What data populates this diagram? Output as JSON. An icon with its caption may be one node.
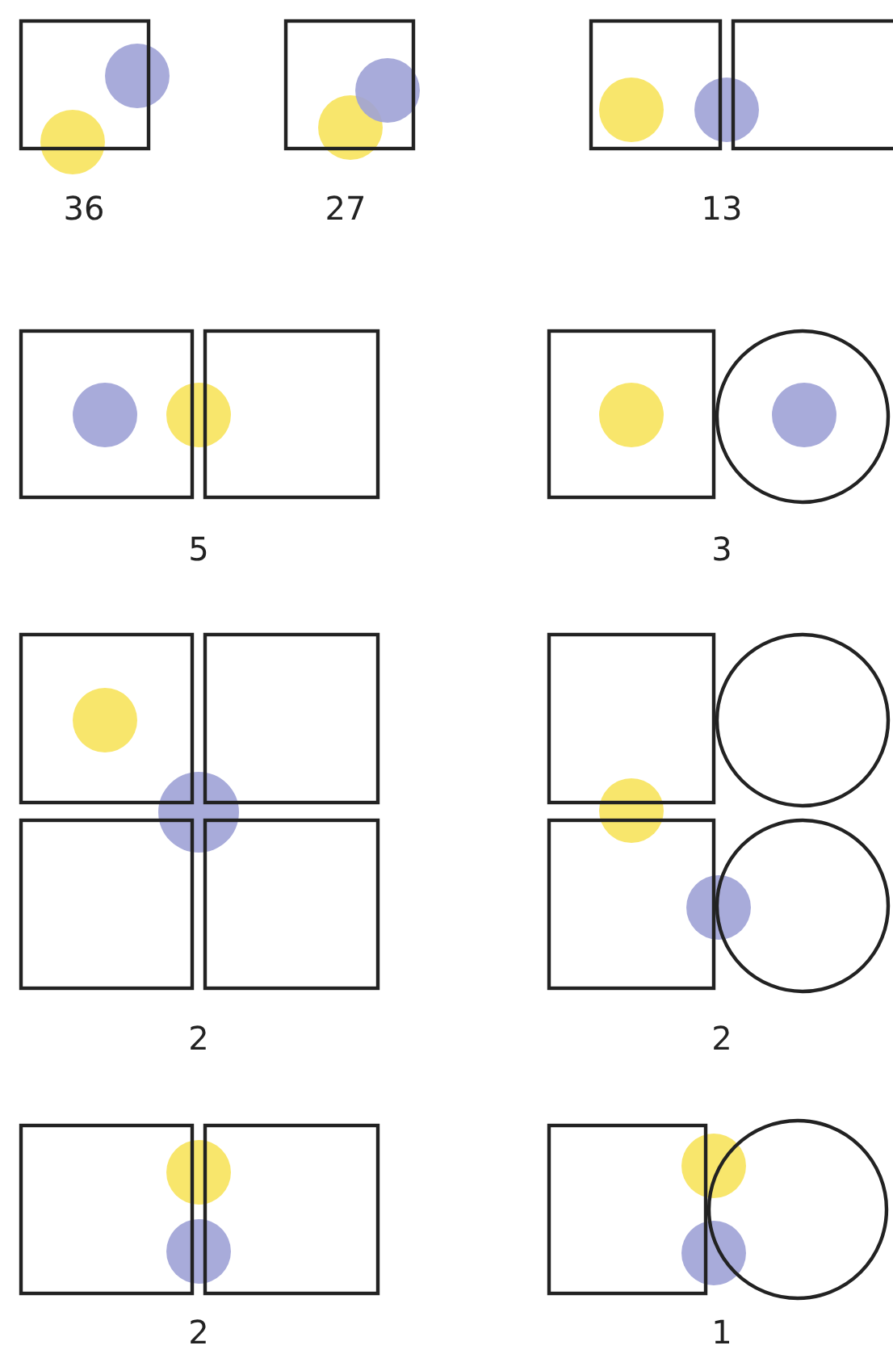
{
  "diagram": {
    "labels": [
      "36",
      "27",
      "13",
      "5",
      "3",
      "2",
      "2",
      "2",
      "1"
    ]
  }
}
